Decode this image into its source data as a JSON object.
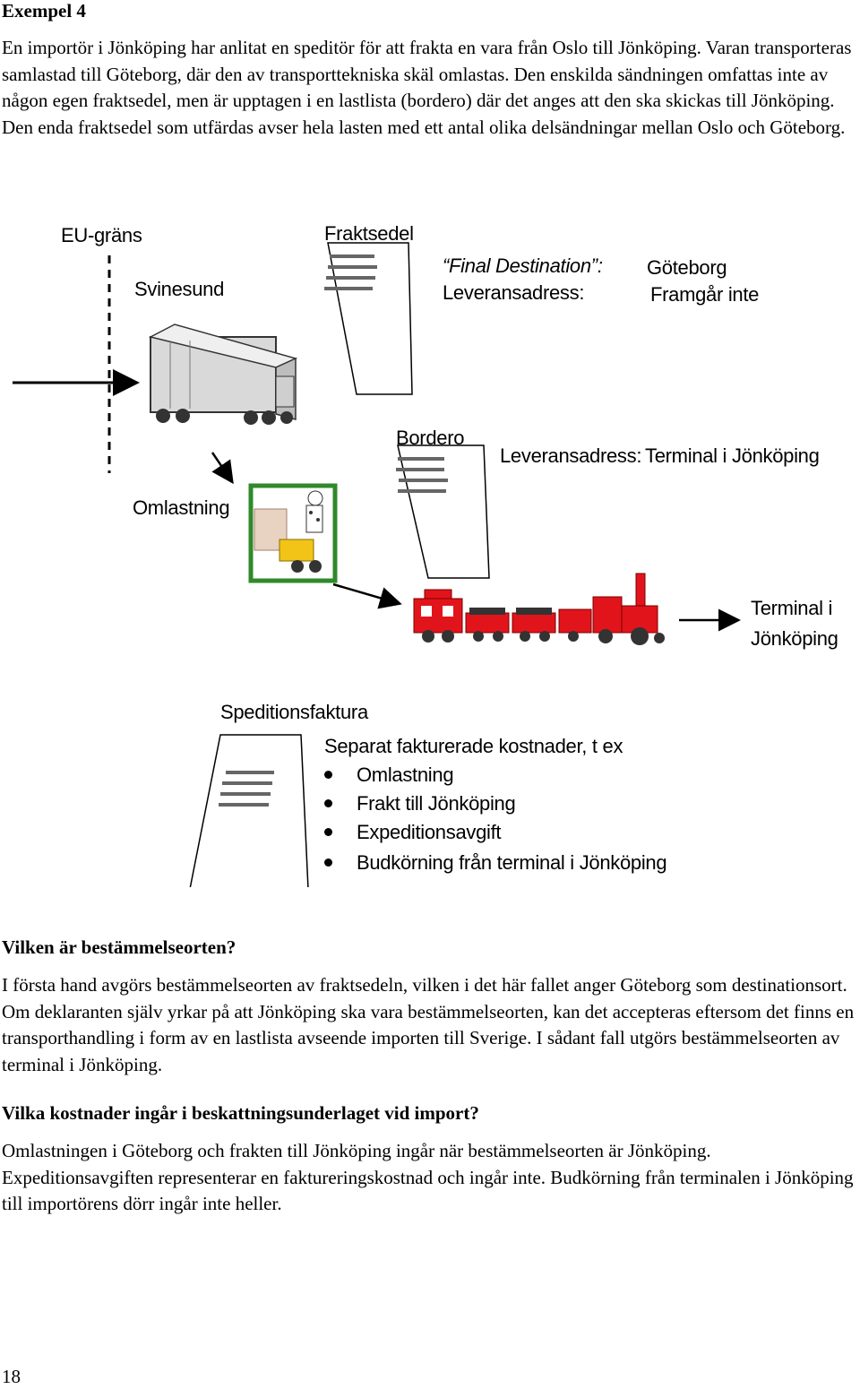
{
  "title": "Exempel 4",
  "intro": "En importör i Jönköping har anlitat en speditör för att frakta en vara från Oslo till Jönköping. Varan transporteras samlastad till Göteborg, där den av transporttekniska skäl omlastas. Den enskilda sändningen omfattas inte av någon egen fraktsedel, men är upptagen i en lastlista (bordero) där det anges att den ska skickas till Jönköping. Den enda fraktsedel som utfärdas avser hela lasten med ett antal olika delsändningar mellan Oslo och Göteborg.",
  "diagram": {
    "eu_border": "EU-gräns",
    "svinesund": "Svinesund",
    "fraktsedel": "Fraktsedel",
    "final_destination_label": "“Final Destination”:",
    "final_destination_value": "Göteborg",
    "leveransadress_label_1": "Leveransadress:",
    "leveransadress_value_1": "Framgår inte",
    "bordero": "Bordero",
    "leveransadress_label_2": "Leveransadress:",
    "leveransadress_value_2": "Terminal i Jönköping",
    "omlastning": "Omlastning",
    "terminal_line1": "Terminal i",
    "terminal_line2": "Jönköping",
    "speditionsfaktura": "Speditionsfaktura",
    "separat": "Separat fakturerade kostnader, t ex",
    "costs": [
      "Omlastning",
      "Frakt till Jönköping",
      "Expeditionsavgift",
      "Budkörning från terminal i Jönköping"
    ]
  },
  "q1": "Vilken är bestämmelseorten?",
  "a1": "I första hand avgörs bestämmelseorten av fraktsedeln, vilken i det här fallet anger Göteborg som destinationsort. Om deklaranten själv yrkar på att Jönköping ska vara bestämmelseorten, kan det accepteras eftersom det finns en transporthandling i form av en lastlista avseende importen till Sverige. I sådant fall utgörs bestämmelseorten av terminal i Jönköping.",
  "q2": "Vilka kostnader ingår i beskattningsunderlaget vid import?",
  "a2": "Omlastningen i Göteborg och frakten till Jönköping ingår när bestämmelseorten är Jönköping. Expeditionsavgiften representerar en faktureringskostnad och ingår inte. Budkörning från terminalen i Jönköping till importörens dörr ingår inte heller.",
  "page_number": "18",
  "colors": {
    "train_red": "#e2141b",
    "forklift_yellow": "#f2c418",
    "worker_green": "#2f8a2a"
  }
}
